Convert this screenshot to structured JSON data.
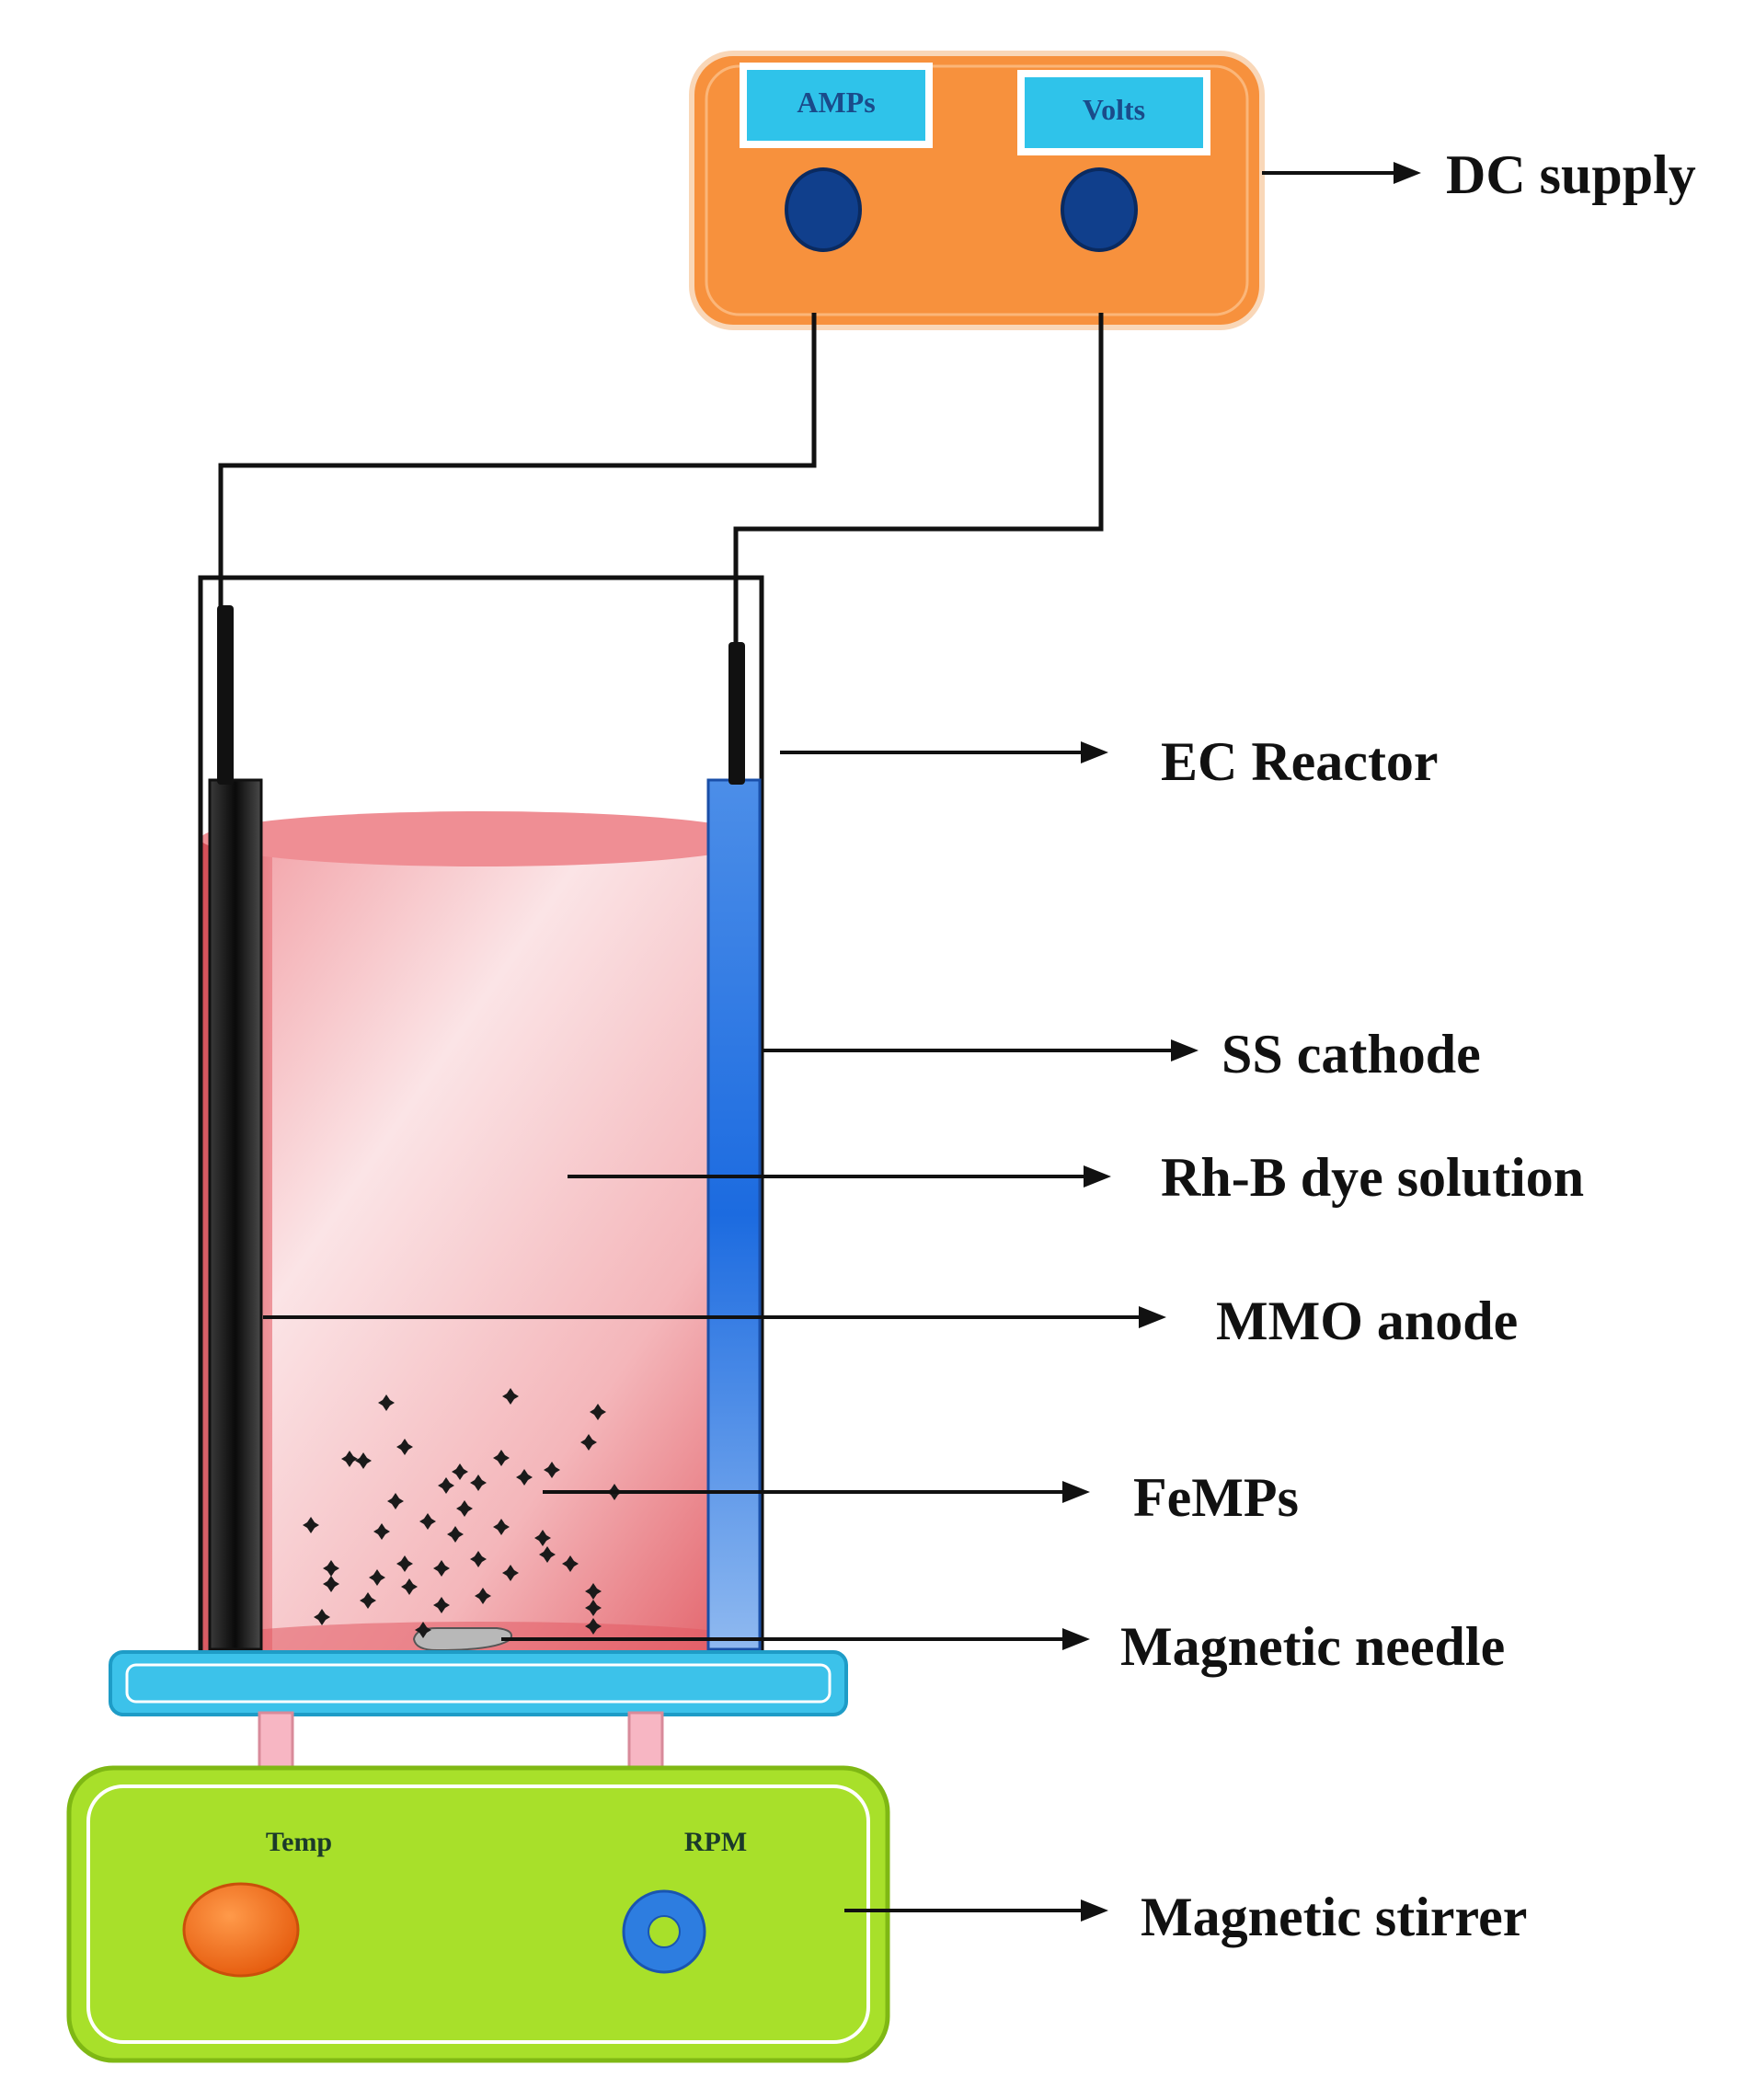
{
  "power_supply": {
    "display_left": "AMPs",
    "display_right": "Volts",
    "label": "DC supply"
  },
  "labels": {
    "reactor": "EC Reactor",
    "cathode": "SS cathode",
    "solution": "Rh-B dye solution",
    "anode": "MMO anode",
    "particles": "FeMPs",
    "needle": "Magnetic needle",
    "stirrer": "Magnetic stirrer"
  },
  "stirrer": {
    "temp_label": "Temp",
    "rpm_label": "RPM"
  },
  "colors": {
    "supply_body": "#f7913d",
    "display": "#2fc3ea",
    "knob": "#103f8c",
    "solution": "#e8646b",
    "cathode": "#2d7de0",
    "anode": "#1c1c1c",
    "stirrer_body": "#a8e02a",
    "stirrer_plate": "#3cc2ea",
    "temp_knob": "#f06e1a",
    "rpm_knob": "#2d7de0"
  }
}
